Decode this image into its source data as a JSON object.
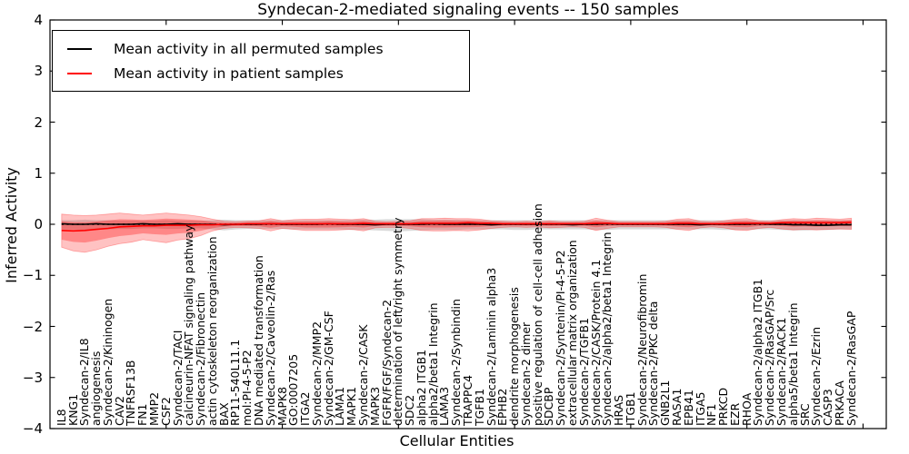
{
  "title": "Syndecan-2-mediated signaling events -- 150 samples",
  "legend": {
    "items": [
      {
        "label": "Mean activity in all permuted samples",
        "color": "#000000"
      },
      {
        "label": "Mean activity in patient samples",
        "color": "#ff0000"
      }
    ]
  },
  "colors": {
    "permuted_line": "#000000",
    "patient_line": "#ff0000",
    "permuted_band": "#000000",
    "patient_band": "#ff0000",
    "zero_line": "#000000"
  },
  "chart_data": {
    "type": "line",
    "title": "Syndecan-2-mediated signaling events -- 150 samples",
    "xlabel": "Cellular Entities",
    "ylabel": "Inferred Activity",
    "ylim": [
      -4,
      4
    ],
    "xlim": [
      0,
      72
    ],
    "grid": false,
    "legend_position": "upper left",
    "y_ticks": [
      "4",
      "3",
      "2",
      "1",
      "0",
      "−1",
      "−2",
      "−3",
      "−4"
    ],
    "y_tick_values": [
      4,
      3,
      2,
      1,
      0,
      -1,
      -2,
      -3,
      -4
    ],
    "x_major_tick_values": [
      10,
      20,
      30,
      40,
      50,
      60,
      70
    ],
    "categories": [
      "IL8",
      "KNG1",
      "Syndecan-2/IL8",
      "angiogenesis",
      "Syndecan-2/Kininogen",
      "CAV2",
      "TNFRSF13B",
      "FN1",
      "MMP2",
      "CSF2",
      "Syndecan-2/TACI",
      "calcineurin-NFAT signaling pathway",
      "Syndecan-2/Fibronectin",
      "actin cytoskeleton reorganization",
      "BAX",
      "RP11-540L11.1",
      "mol:PI-4-5-P2",
      "DNA mediated transformation",
      "Syndecan-2/Caveolin-2/Ras",
      "MAPK8",
      "GO:0007205",
      "ITGA2",
      "Syndecan-2/MMP2",
      "Syndecan-2/GM-CSF",
      "LAMA1",
      "MAPK1",
      "Syndecan-2/CASK",
      "MAPK3",
      "FGFR/FGF/Syndecan-2",
      "determination of left/right symmetry",
      "SDC2",
      "alpha2 ITGB1",
      "alpha2/beta1 Integrin",
      "LAMA3",
      "Syndecan-2/Synbindin",
      "TRAPPC4",
      "TGFB1",
      "Syndecan-2/Laminin alpha3",
      "EPHB2",
      "dendrite morphogenesis",
      "Syndecan-2 dimer",
      "positive regulation of cell-cell adhesion",
      "SDCBP",
      "Syndecan-2/Syntenin/PI-4-5-P2",
      "extracellular matrix organization",
      "Syndecan-2/TGFB1",
      "Syndecan-2/CASK/Protein 4.1",
      "Syndecan-2/alpha2/beta1 Integrin",
      "HRAS",
      "ITGB1",
      "Syndecan-2/Neurofibromin",
      "Syndecan-2/PKC delta",
      "GNB2L1",
      "RASA1",
      "EPB41",
      "ITGA5",
      "NF1",
      "PRKCD",
      "EZR",
      "RHOA",
      "Syndecan-2/alpha2 ITGB1",
      "Syndecan-2/RasGAP/Src",
      "Syndecan-2/RACK1",
      "alpha5/beta1 Integrin",
      "SRC",
      "Syndecan-2/Ezrin",
      "CASP3",
      "PRKACA",
      "Syndecan-2/RasGAP"
    ],
    "series": [
      {
        "name": "Mean activity in all permuted samples",
        "color": "#000000",
        "values": [
          0.01,
          0.0,
          0.0,
          0.01,
          0.0,
          0.0,
          0.0,
          0.01,
          0.0,
          0.0,
          0.01,
          0.0,
          0.0,
          0.0,
          -0.01,
          0.0,
          0.0,
          0.0,
          0.01,
          0.0,
          0.0,
          0.0,
          0.0,
          0.01,
          0.0,
          0.0,
          0.0,
          -0.01,
          0.0,
          0.0,
          0.0,
          0.0,
          0.01,
          0.0,
          0.0,
          0.0,
          0.0,
          -0.01,
          0.0,
          0.0,
          0.0,
          0.0,
          0.0,
          0.0,
          -0.01,
          0.0,
          0.0,
          0.01,
          0.0,
          0.0,
          0.0,
          0.0,
          0.0,
          0.0,
          0.0,
          -0.01,
          0.0,
          0.0,
          0.0,
          0.0,
          0.01,
          0.0,
          0.0,
          -0.01,
          -0.01,
          -0.02,
          -0.02,
          -0.01,
          -0.01
        ]
      },
      {
        "name": "Mean activity in patient samples",
        "color": "#ff0000",
        "values": [
          -0.12,
          -0.13,
          -0.12,
          -0.1,
          -0.08,
          -0.05,
          -0.04,
          -0.03,
          -0.03,
          -0.02,
          -0.02,
          -0.02,
          -0.01,
          -0.01,
          0.0,
          0.0,
          0.01,
          0.01,
          0.01,
          0.01,
          0.01,
          0.01,
          0.01,
          0.01,
          0.01,
          0.01,
          0.02,
          0.01,
          0.01,
          0.01,
          0.01,
          0.02,
          0.02,
          0.02,
          0.02,
          0.03,
          0.02,
          0.02,
          0.01,
          0.01,
          0.01,
          0.01,
          0.01,
          0.01,
          0.01,
          0.01,
          0.02,
          0.02,
          0.01,
          0.01,
          0.01,
          0.01,
          0.01,
          0.02,
          0.02,
          0.01,
          0.01,
          0.01,
          0.02,
          0.02,
          0.02,
          0.02,
          0.03,
          0.03,
          0.03,
          0.03,
          0.03,
          0.03,
          0.04
        ]
      }
    ],
    "bands": [
      {
        "name": "permuted-range",
        "color": "#000000",
        "opacity": 0.15,
        "upper": [
          0.08,
          0.08,
          0.09,
          0.08,
          0.08,
          0.07,
          0.07,
          0.07,
          0.07,
          0.08,
          0.07,
          0.07,
          0.07,
          0.08,
          0.09,
          0.08,
          0.08,
          0.08,
          0.08,
          0.08,
          0.08,
          0.08,
          0.08,
          0.08,
          0.08,
          0.09,
          0.09,
          0.09,
          0.1,
          0.1,
          0.1,
          0.1,
          0.09,
          0.09,
          0.09,
          0.08,
          0.08,
          0.08,
          0.08,
          0.08,
          0.08,
          0.08,
          0.08,
          0.08,
          0.08,
          0.08,
          0.08,
          0.08,
          0.08,
          0.08,
          0.08,
          0.08,
          0.08,
          0.08,
          0.08,
          0.08,
          0.08,
          0.08,
          0.08,
          0.08,
          0.08,
          0.08,
          0.08,
          0.08,
          0.08,
          0.08,
          0.08,
          0.08,
          0.08
        ],
        "lower": [
          -0.1,
          -0.1,
          -0.11,
          -0.1,
          -0.1,
          -0.09,
          -0.09,
          -0.08,
          -0.08,
          -0.09,
          -0.09,
          -0.08,
          -0.08,
          -0.1,
          -0.12,
          -0.1,
          -0.09,
          -0.09,
          -0.09,
          -0.09,
          -0.1,
          -0.1,
          -0.1,
          -0.1,
          -0.1,
          -0.11,
          -0.11,
          -0.12,
          -0.13,
          -0.14,
          -0.13,
          -0.12,
          -0.11,
          -0.11,
          -0.11,
          -0.1,
          -0.1,
          -0.1,
          -0.1,
          -0.11,
          -0.11,
          -0.1,
          -0.1,
          -0.1,
          -0.1,
          -0.1,
          -0.11,
          -0.11,
          -0.1,
          -0.1,
          -0.1,
          -0.1,
          -0.1,
          -0.1,
          -0.1,
          -0.1,
          -0.1,
          -0.11,
          -0.11,
          -0.11,
          -0.1,
          -0.1,
          -0.11,
          -0.12,
          -0.12,
          -0.11,
          -0.11,
          -0.1,
          -0.1
        ]
      },
      {
        "name": "patient-range",
        "color": "#ff0000",
        "opacity": 0.24,
        "upper": [
          0.2,
          0.18,
          0.17,
          0.18,
          0.2,
          0.22,
          0.2,
          0.18,
          0.2,
          0.22,
          0.2,
          0.18,
          0.15,
          0.1,
          0.06,
          0.05,
          0.06,
          0.07,
          0.11,
          0.07,
          0.09,
          0.1,
          0.1,
          0.11,
          0.1,
          0.09,
          0.11,
          0.06,
          0.05,
          0.06,
          0.07,
          0.11,
          0.11,
          0.12,
          0.11,
          0.11,
          0.1,
          0.07,
          0.06,
          0.05,
          0.06,
          0.05,
          0.07,
          0.05,
          0.05,
          0.06,
          0.12,
          0.08,
          0.05,
          0.05,
          0.05,
          0.05,
          0.06,
          0.1,
          0.11,
          0.06,
          0.05,
          0.07,
          0.1,
          0.11,
          0.07,
          0.06,
          0.09,
          0.11,
          0.1,
          0.12,
          0.11,
          0.1,
          0.12
        ],
        "lower": [
          -0.45,
          -0.52,
          -0.55,
          -0.5,
          -0.43,
          -0.38,
          -0.35,
          -0.3,
          -0.33,
          -0.36,
          -0.31,
          -0.28,
          -0.22,
          -0.13,
          -0.08,
          -0.06,
          -0.07,
          -0.08,
          -0.13,
          -0.08,
          -0.1,
          -0.12,
          -0.12,
          -0.12,
          -0.11,
          -0.1,
          -0.13,
          -0.07,
          -0.06,
          -0.06,
          -0.08,
          -0.12,
          -0.13,
          -0.13,
          -0.12,
          -0.13,
          -0.11,
          -0.08,
          -0.06,
          -0.05,
          -0.06,
          -0.05,
          -0.07,
          -0.06,
          -0.05,
          -0.06,
          -0.12,
          -0.08,
          -0.05,
          -0.05,
          -0.05,
          -0.05,
          -0.06,
          -0.1,
          -0.12,
          -0.07,
          -0.05,
          -0.07,
          -0.11,
          -0.12,
          -0.08,
          -0.06,
          -0.09,
          -0.11,
          -0.1,
          -0.11,
          -0.1,
          -0.09,
          -0.1
        ]
      }
    ],
    "zero_line": {
      "value": 0,
      "style": "dashed",
      "color": "#000000"
    }
  }
}
